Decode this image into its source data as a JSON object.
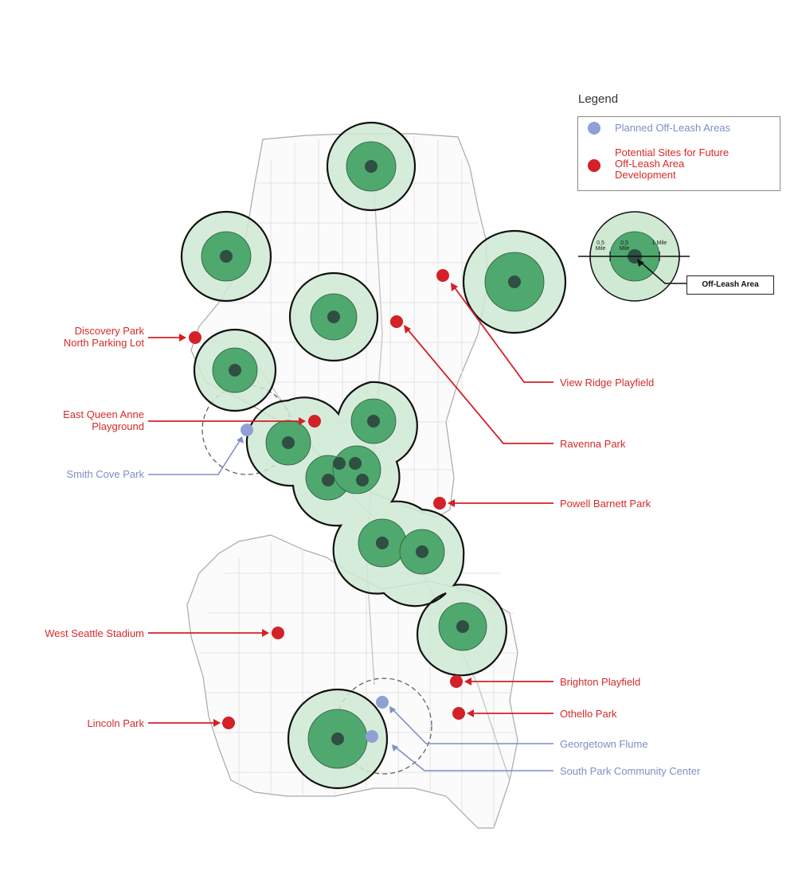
{
  "legend": {
    "title": "Legend",
    "planned_label": "Planned Off-Leash Areas",
    "potential_label": "Potential Sites for Future Off-Leash Area Development",
    "scale_half_mile_outer": "0.5 Mile",
    "scale_half_mile_inner": "0.5 Mile",
    "scale_one_mile": "1 Mile",
    "off_leash_area_label": "Off-Leash Area"
  },
  "colors": {
    "planned": "#8fa0d6",
    "potential": "#d42027",
    "inner_buffer": "#4fa86e",
    "outer_buffer": "#cfe9d3",
    "off_leash_center": "#2f4f42",
    "red_text": "#d62a2a",
    "blue_text": "#7d8fc4",
    "streets": "#cfcfcf"
  },
  "sites": {
    "potential": [
      {
        "name": "Discovery Park North Parking Lot",
        "line1": "Discovery Park",
        "line2": "North Parking Lot"
      },
      {
        "name": "East Queen Anne Playground",
        "line1": "East Queen Anne",
        "line2": "Playground"
      },
      {
        "name": "View Ridge Playfield"
      },
      {
        "name": "Ravenna Park"
      },
      {
        "name": "Powell Barnett Park"
      },
      {
        "name": "West Seattle Stadium"
      },
      {
        "name": "Brighton Playfield"
      },
      {
        "name": "Othello Park"
      },
      {
        "name": "Lincoln Park"
      }
    ],
    "planned": [
      {
        "name": "Smith Cove Park"
      },
      {
        "name": "Georgetown Flume"
      },
      {
        "name": "South Park Community Center"
      }
    ]
  }
}
